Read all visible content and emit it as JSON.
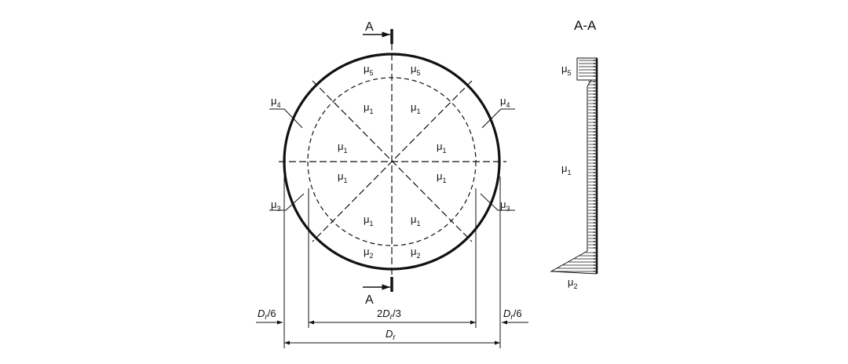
{
  "section_cut": {
    "marker_top": "A",
    "marker_bottom": "A",
    "view_title": "A-A"
  },
  "zones": {
    "mu1": {
      "symbol": "μ",
      "index": "1"
    },
    "mu2": {
      "symbol": "μ",
      "index": "2"
    },
    "mu3": {
      "symbol": "μ",
      "index": "3"
    },
    "mu4": {
      "symbol": "μ",
      "index": "4"
    },
    "mu5": {
      "symbol": "μ",
      "index": "5"
    }
  },
  "dimensions": {
    "edge_strip": {
      "pre": "D",
      "sub": "r",
      "post": "/6"
    },
    "central_strip": {
      "pre": "2D",
      "sub": "r",
      "post": "/3"
    },
    "diameter": {
      "pre": "D",
      "sub": "r",
      "post": ""
    }
  },
  "colors": {
    "line": "#111111",
    "background": "#ffffff"
  }
}
